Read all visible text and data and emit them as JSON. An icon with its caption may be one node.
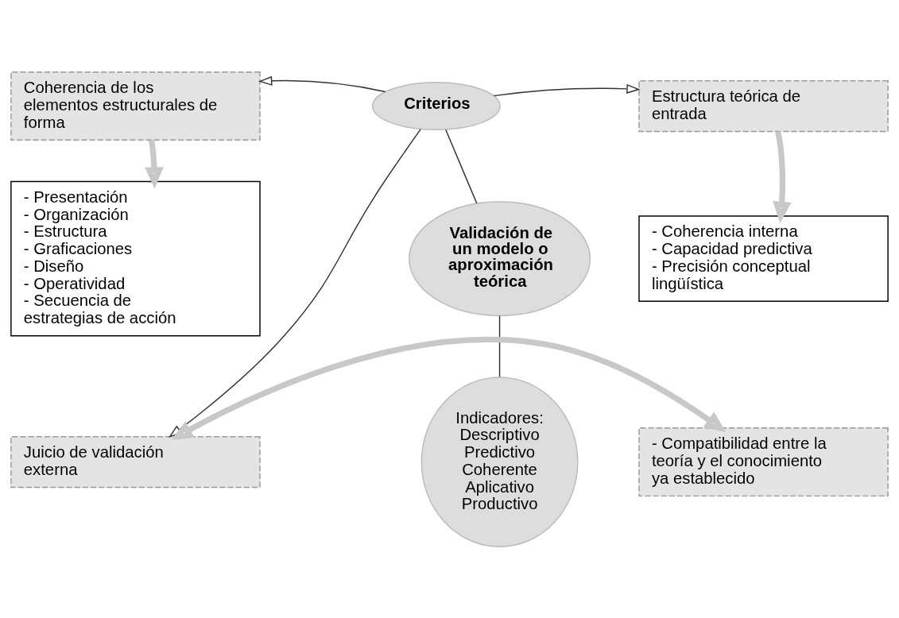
{
  "diagram": {
    "nodes": [
      {
        "text": [
          "Coherencia de los elementos estructurales de forma"
        ]
      },
      {
        "text": [
          "Criterios"
        ]
      },
      {
        "text": [
          "Estructura teórica de entrada"
        ]
      },
      {
        "text": [
          "- Presentación",
          "- Organización",
          "- Estructura",
          "- Graficaciones",
          "- Diseño",
          "- Operatividad",
          "- Secuencia de estrategias de acción"
        ]
      },
      {
        "text": [
          "Validación de un modelo o aproximación teórica"
        ]
      },
      {
        "text": [
          "- Coherencia interna",
          "- Capacidad predictiva",
          "- Precisión conceptual lingüística"
        ]
      },
      {
        "text": [
          "Juicio de validación externa"
        ]
      },
      {
        "text": [
          "- Compatibilidad entre la teoría y el conocimiento ya establecido"
        ]
      },
      {
        "text": [
          "Indicadores:",
          "Descriptivo",
          "Predictivo",
          "Coherente",
          "Aplicativo",
          "Productivo"
        ]
      }
    ],
    "edges": [
      {
        "from": 1,
        "to": 0,
        "arrow": "to"
      },
      {
        "from": 1,
        "to": 2,
        "arrow": "to"
      },
      {
        "from": 0,
        "to": 3,
        "arrow": "to",
        "style": "thick",
        "color": "#c8c8c8"
      },
      {
        "from": 2,
        "to": 5,
        "arrow": "to",
        "style": "thick",
        "color": "#c8c8c8"
      },
      {
        "from": 1,
        "to": 4,
        "arrow": "none"
      },
      {
        "from": 1,
        "to": 6,
        "arrow": "to"
      },
      {
        "from": 6,
        "to": 7,
        "arrow": "both",
        "style": "thick",
        "color": "#c8c8c8"
      },
      {
        "from": 4,
        "to": 8,
        "arrow": "none"
      }
    ]
  }
}
